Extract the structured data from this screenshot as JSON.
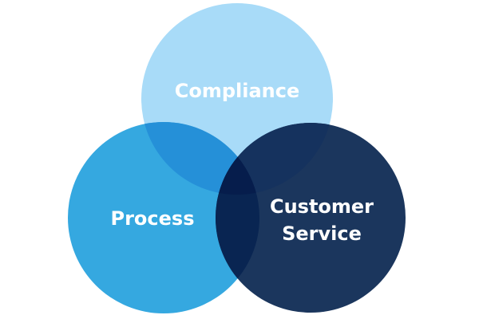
{
  "sets": [
    {
      "id": "compliance",
      "lines": [
        "Compliance"
      ],
      "color": "#a8dbf8"
    },
    {
      "id": "process",
      "lines": [
        "Process"
      ],
      "color": "#35a8e0"
    },
    {
      "id": "customer-service",
      "lines": [
        "Customer",
        "Service"
      ],
      "color": "#1b365d"
    }
  ],
  "overlaps": {
    "compliance_process": "#2590d8",
    "compliance_customer": "#15325e",
    "process_customer": "#092552",
    "all": "#061d4c"
  }
}
